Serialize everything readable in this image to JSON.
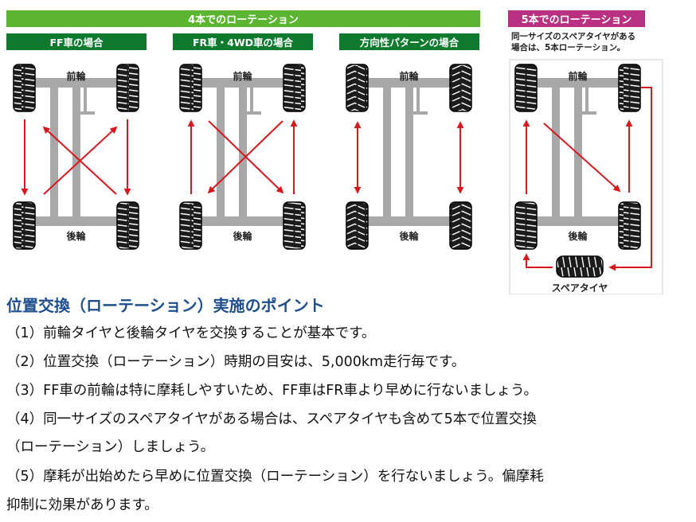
{
  "banners": {
    "four_tire": "4本でのローテーション",
    "five_tire": "5本でのローテーション"
  },
  "cases": {
    "ff": "FF車の場合",
    "fr_4wd": "FR車・4WD車の場合",
    "directional": "方向性パターンの場合"
  },
  "five_note_lines": [
    "同一サイズのスペアタイヤがある",
    "場合は、5本ローテーション。"
  ],
  "labels": {
    "front": "前輪",
    "rear": "後輪",
    "spare": "スペアタイヤ"
  },
  "colors": {
    "banner_light_green": "#5cb531",
    "banner_dark_green": "#0e7a2e",
    "banner_magenta": "#b8307f",
    "arrow_red": "#d7191f",
    "heading_blue": "#1f4e8c",
    "axle_gray": "#a8a8a8"
  },
  "points": {
    "heading": "位置交換（ローテーション）実施のポイント",
    "lines": [
      "（1）前輪タイヤと後輪タイヤを交換することが基本です。",
      "（2）位置交換（ローテーション）時期の目安は、5,000km走行毎です。",
      "（3）FF車の前輪は特に摩耗しやすいため、FF車はFR車より早めに行ないましょう。",
      "（4）同一サイズのスペアタイヤがある場合は、スペアタイヤも含めて5本で位置交換",
      "（ローテーション）しましょう。",
      "（5）摩耗が出始めたら早めに位置交換（ローテーション）を行ないましょう。偏摩耗",
      "抑制に効果があります。"
    ]
  }
}
